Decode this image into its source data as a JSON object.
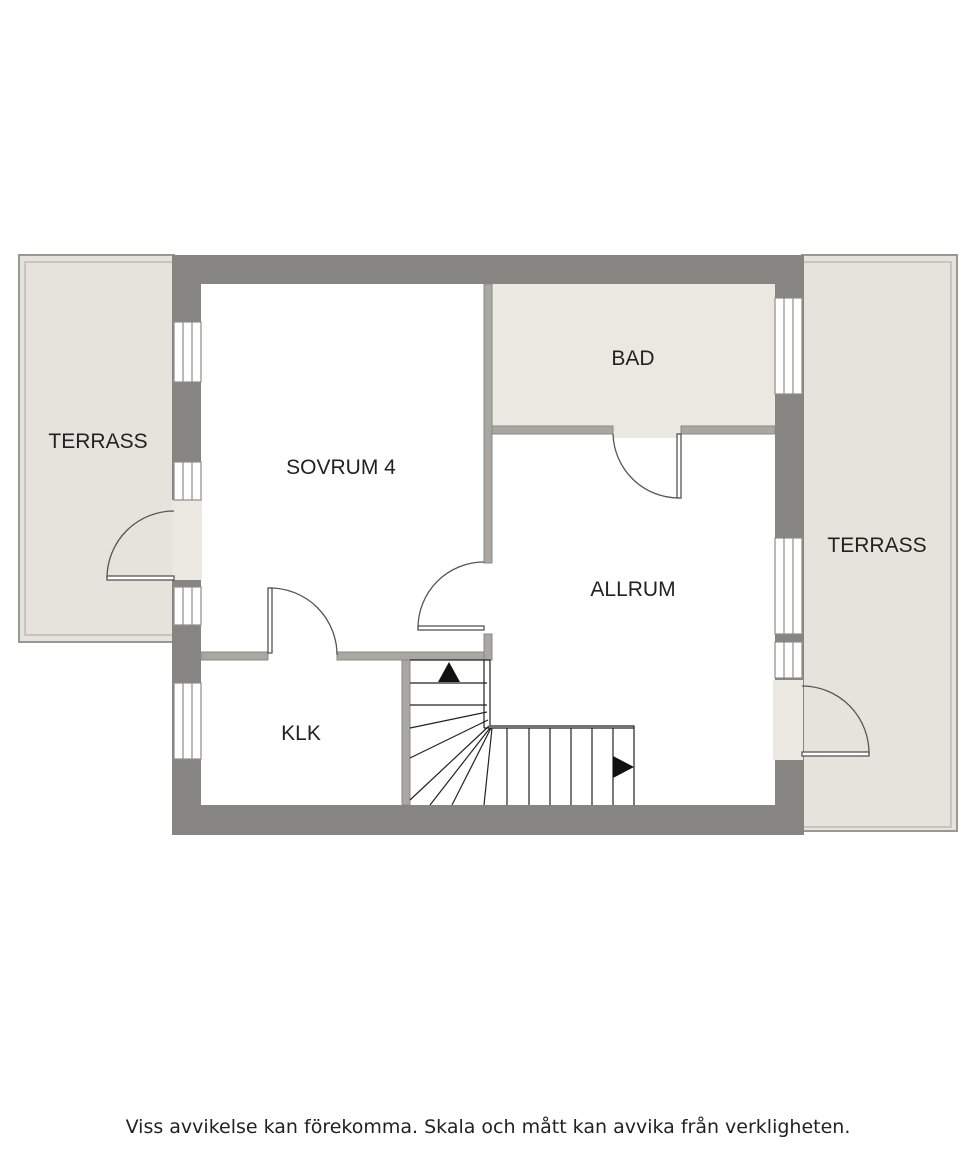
{
  "rooms": {
    "terrace_left": "TERRASS",
    "terrace_right": "TERRASS",
    "bedroom": "SOVRUM 4",
    "bathroom": "BAD",
    "living": "ALLRUM",
    "closet": "KLK"
  },
  "disclaimer": "Viss avvikelse kan förekomma. Skala och mått kan avvika från verkligheten.",
  "colors": {
    "wall": "#878581",
    "terrace": "#e6e3dc",
    "bath_floor": "#ebe8e1",
    "room_floor": "#ffffff",
    "line": "#444444"
  }
}
